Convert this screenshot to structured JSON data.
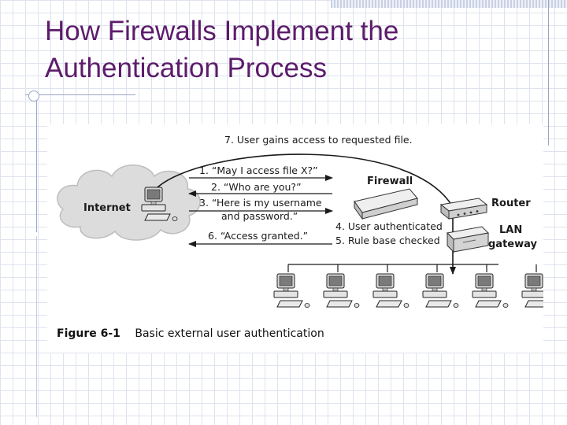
{
  "slide": {
    "title_line1": "How Firewalls Implement the",
    "title_line2": "Authentication Process"
  },
  "diagram": {
    "internet_label": "Internet",
    "firewall_label": "Firewall",
    "router_label": "Router",
    "lan_gateway_label_line1": "LAN",
    "lan_gateway_label_line2": "gateway",
    "step7": "7. User gains access to requested file.",
    "step1": "1. “May I access file X?”",
    "step2": "2. “Who are you?”",
    "step3_line1": "3. “Here is my username",
    "step3_line2": "and password.”",
    "step4": "4. User authenticated",
    "step5": "5. Rule base checked",
    "step6": "6. “Access granted.”",
    "lan_workstation_count": 6
  },
  "caption": {
    "figure_label": "Figure 6-1",
    "text": "Basic external user authentication"
  },
  "colors": {
    "title": "#5c1c6b",
    "grid": "#dfe3ee",
    "diagram_ink": "#1a1a1a",
    "cloud": "#dcdcdc"
  }
}
